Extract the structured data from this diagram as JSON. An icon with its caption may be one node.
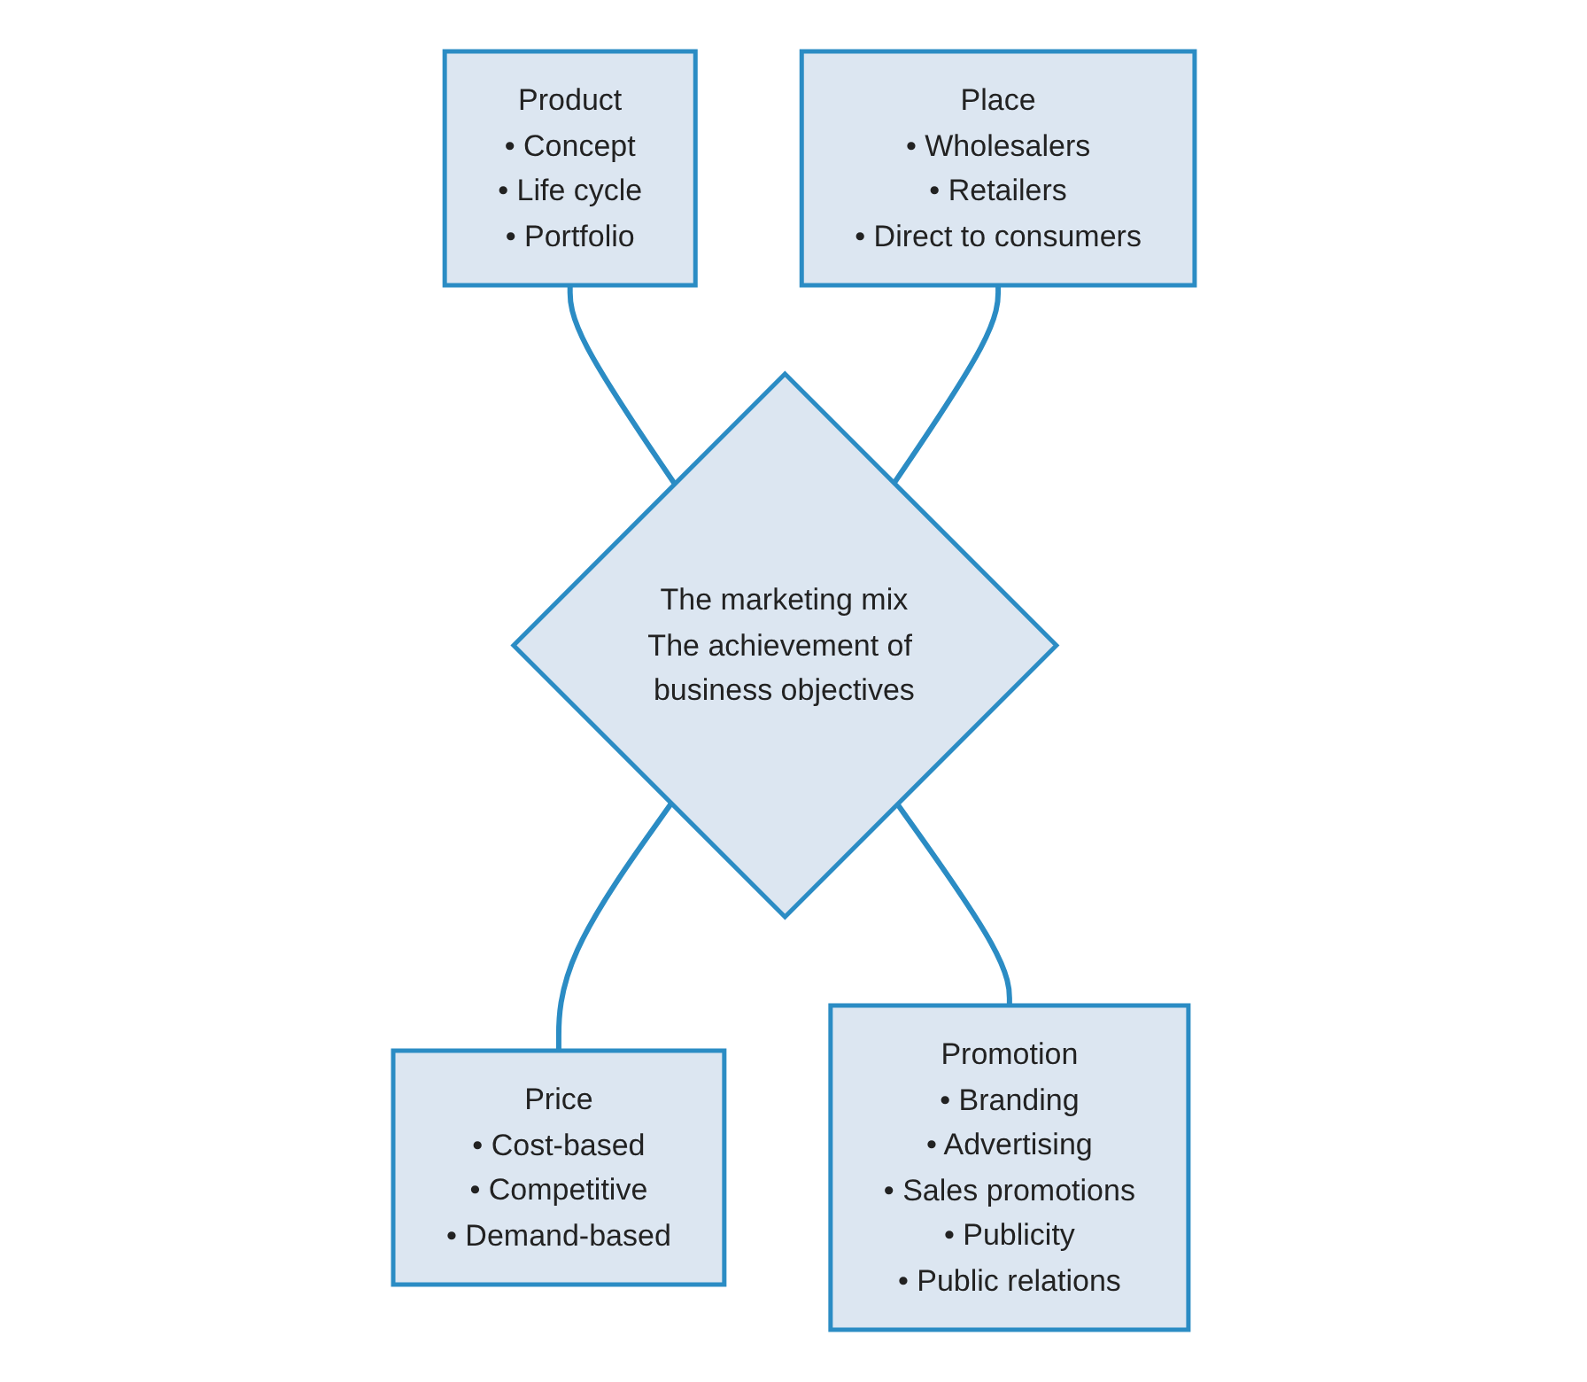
{
  "diagram": {
    "nodes": [
      {
        "text": [
          "Product",
          "• Concept",
          "• Life cycle",
          "• Portfolio"
        ]
      },
      {
        "text": [
          "Place",
          "• Wholesalers",
          "• Retailers",
          "• Direct to consumers"
        ]
      },
      {
        "text": [
          "The marketing mix",
          "The achievement of business objectives"
        ]
      },
      {
        "text": [
          "Price",
          "• Cost-based",
          "• Competitive",
          "• Demand-based"
        ]
      },
      {
        "text": [
          "Promotion",
          "• Branding",
          "• Advertising",
          "• Sales promotions",
          "• Publicity",
          "• Public relations"
        ]
      }
    ],
    "edges": [
      {
        "from": 0,
        "to": 2,
        "arrow": "none"
      },
      {
        "from": 1,
        "to": 2,
        "arrow": "none"
      },
      {
        "from": 2,
        "to": 3,
        "arrow": "none"
      },
      {
        "from": 2,
        "to": 4,
        "arrow": "none"
      }
    ]
  }
}
